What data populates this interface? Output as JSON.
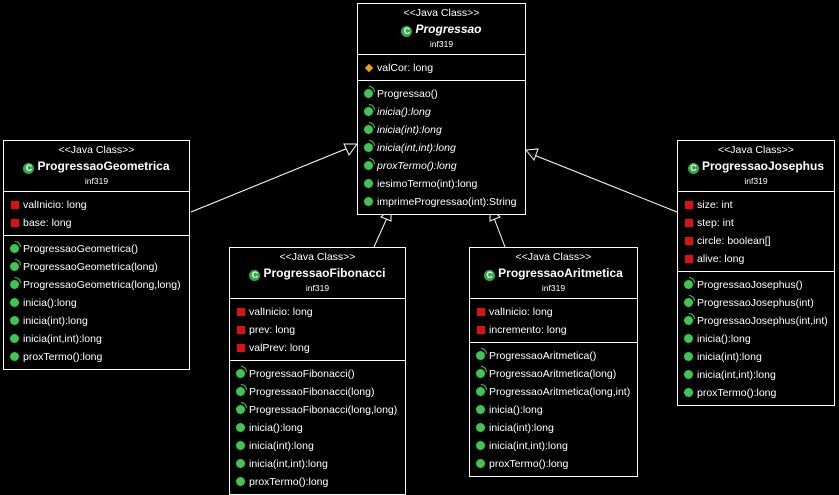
{
  "stereotype": "<<Java Class>>",
  "package": "inf319",
  "classes": [
    {
      "id": "progressao",
      "name": "Progressao",
      "abstract": true,
      "fields": [
        {
          "text": "valCor: long",
          "vis": "prot"
        }
      ],
      "methods": [
        {
          "text": "Progressao()",
          "ctor": true,
          "italic": false
        },
        {
          "text": "inicia():long",
          "ctor": false,
          "italic": true
        },
        {
          "text": "inicia(int):long",
          "ctor": false,
          "italic": true
        },
        {
          "text": "inicia(int,int):long",
          "ctor": false,
          "italic": true
        },
        {
          "text": "proxTermo():long",
          "ctor": false,
          "italic": true
        },
        {
          "text": "iesimoTermo(int):long",
          "ctor": false,
          "italic": false
        },
        {
          "text": "imprimeProgressao(int):String",
          "ctor": false,
          "italic": false
        }
      ]
    },
    {
      "id": "geometrica",
      "name": "ProgressaoGeometrica",
      "abstract": false,
      "fields": [
        {
          "text": "valInicio: long",
          "vis": "priv"
        },
        {
          "text": "base: long",
          "vis": "priv"
        }
      ],
      "methods": [
        {
          "text": "ProgressaoGeometrica()",
          "ctor": true,
          "italic": false
        },
        {
          "text": "ProgressaoGeometrica(long)",
          "ctor": true,
          "italic": false
        },
        {
          "text": "ProgressaoGeometrica(long,long)",
          "ctor": true,
          "italic": false
        },
        {
          "text": "inicia():long",
          "ctor": false,
          "italic": false
        },
        {
          "text": "inicia(int):long",
          "ctor": false,
          "italic": false
        },
        {
          "text": "inicia(int,int):long",
          "ctor": false,
          "italic": false
        },
        {
          "text": "proxTermo():long",
          "ctor": false,
          "italic": false
        }
      ]
    },
    {
      "id": "fibonacci",
      "name": "ProgressaoFibonacci",
      "abstract": false,
      "fields": [
        {
          "text": "valInicio: long",
          "vis": "priv"
        },
        {
          "text": "prev: long",
          "vis": "priv"
        },
        {
          "text": "valPrev: long",
          "vis": "priv"
        }
      ],
      "methods": [
        {
          "text": "ProgressaoFibonacci()",
          "ctor": true,
          "italic": false
        },
        {
          "text": "ProgressaoFibonacci(long)",
          "ctor": true,
          "italic": false
        },
        {
          "text": "ProgressaoFibonacci(long,long)",
          "ctor": true,
          "italic": false
        },
        {
          "text": "inicia():long",
          "ctor": false,
          "italic": false
        },
        {
          "text": "inicia(int):long",
          "ctor": false,
          "italic": false
        },
        {
          "text": "inicia(int,int):long",
          "ctor": false,
          "italic": false
        },
        {
          "text": "proxTermo():long",
          "ctor": false,
          "italic": false
        }
      ]
    },
    {
      "id": "aritmetica",
      "name": "ProgressaoAritmetica",
      "abstract": false,
      "fields": [
        {
          "text": "valInicio: long",
          "vis": "priv"
        },
        {
          "text": "incremento: long",
          "vis": "priv"
        }
      ],
      "methods": [
        {
          "text": "ProgressaoAritmetica()",
          "ctor": true,
          "italic": false
        },
        {
          "text": "ProgressaoAritmetica(long)",
          "ctor": true,
          "italic": false
        },
        {
          "text": "ProgressaoAritmetica(long,int)",
          "ctor": true,
          "italic": false
        },
        {
          "text": "inicia():long",
          "ctor": false,
          "italic": false
        },
        {
          "text": "inicia(int):long",
          "ctor": false,
          "italic": false
        },
        {
          "text": "inicia(int,int):long",
          "ctor": false,
          "italic": false
        },
        {
          "text": "proxTermo():long",
          "ctor": false,
          "italic": false
        }
      ]
    },
    {
      "id": "josephus",
      "name": "ProgressaoJosephus",
      "abstract": false,
      "fields": [
        {
          "text": "size: int",
          "vis": "priv"
        },
        {
          "text": "step: int",
          "vis": "priv"
        },
        {
          "text": "circle: boolean[]",
          "vis": "priv"
        },
        {
          "text": "alive: long",
          "vis": "priv"
        }
      ],
      "methods": [
        {
          "text": "ProgressaoJosephus()",
          "ctor": true,
          "italic": false
        },
        {
          "text": "ProgressaoJosephus(int)",
          "ctor": true,
          "italic": false
        },
        {
          "text": "ProgressaoJosephus(int,int)",
          "ctor": true,
          "italic": false
        },
        {
          "text": "inicia():long",
          "ctor": false,
          "italic": false
        },
        {
          "text": "inicia(int):long",
          "ctor": false,
          "italic": false
        },
        {
          "text": "inicia(int,int):long",
          "ctor": false,
          "italic": false
        },
        {
          "text": "proxTermo():long",
          "ctor": false,
          "italic": false
        }
      ]
    }
  ],
  "generalizations": [
    {
      "from": "geometrica",
      "to": "progressao"
    },
    {
      "from": "fibonacci",
      "to": "progressao"
    },
    {
      "from": "aritmetica",
      "to": "progressao"
    },
    {
      "from": "josephus",
      "to": "progressao"
    }
  ]
}
